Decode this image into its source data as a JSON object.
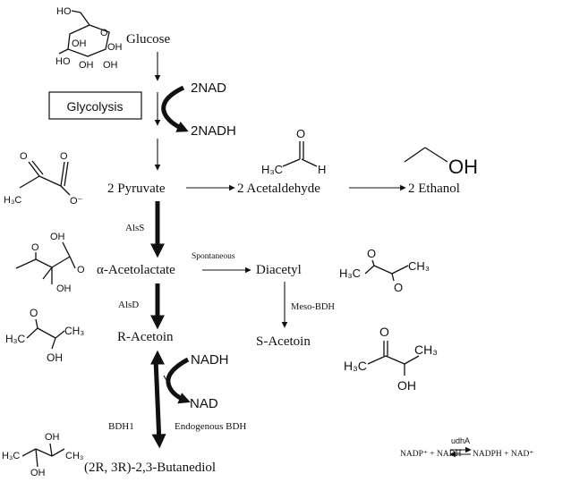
{
  "compounds": {
    "glucose": "Glucose",
    "pyruvate": "2 Pyruvate",
    "acetaldehyde": "2 Acetaldehyde",
    "ethanol": "2 Ethanol",
    "acetolactate": "α-Acetolactate",
    "diacetyl": "Diacetyl",
    "r_acetoin": "R-Acetoin",
    "s_acetoin": "S-Acetoin",
    "butanediol": "(2R, 3R)-2,3-Butanediol"
  },
  "processes": {
    "glycolysis": "Glycolysis"
  },
  "cofactors": {
    "nad_in": "2NAD",
    "nadh_out": "2NADH",
    "nadh_in": "NADH",
    "nad_out": "NAD"
  },
  "enzymes": {
    "alss": "AlsS",
    "alsd": "AlsD",
    "spontaneous": "Spontaneous",
    "meso_bdh": "Meso-BDH",
    "bdh1": "BDH1",
    "endogenous_bdh": "Endogenous BDH"
  },
  "equation": {
    "enzyme": "udhA",
    "left": "NADP⁺ + NADH",
    "right": "NADPH + NAD⁺"
  },
  "atoms": {
    "ho": "HO",
    "oh": "OH",
    "o": "O",
    "h": "H",
    "h3c": "H₃C",
    "ch3": "CH₃",
    "o_minus": "O⁻"
  }
}
